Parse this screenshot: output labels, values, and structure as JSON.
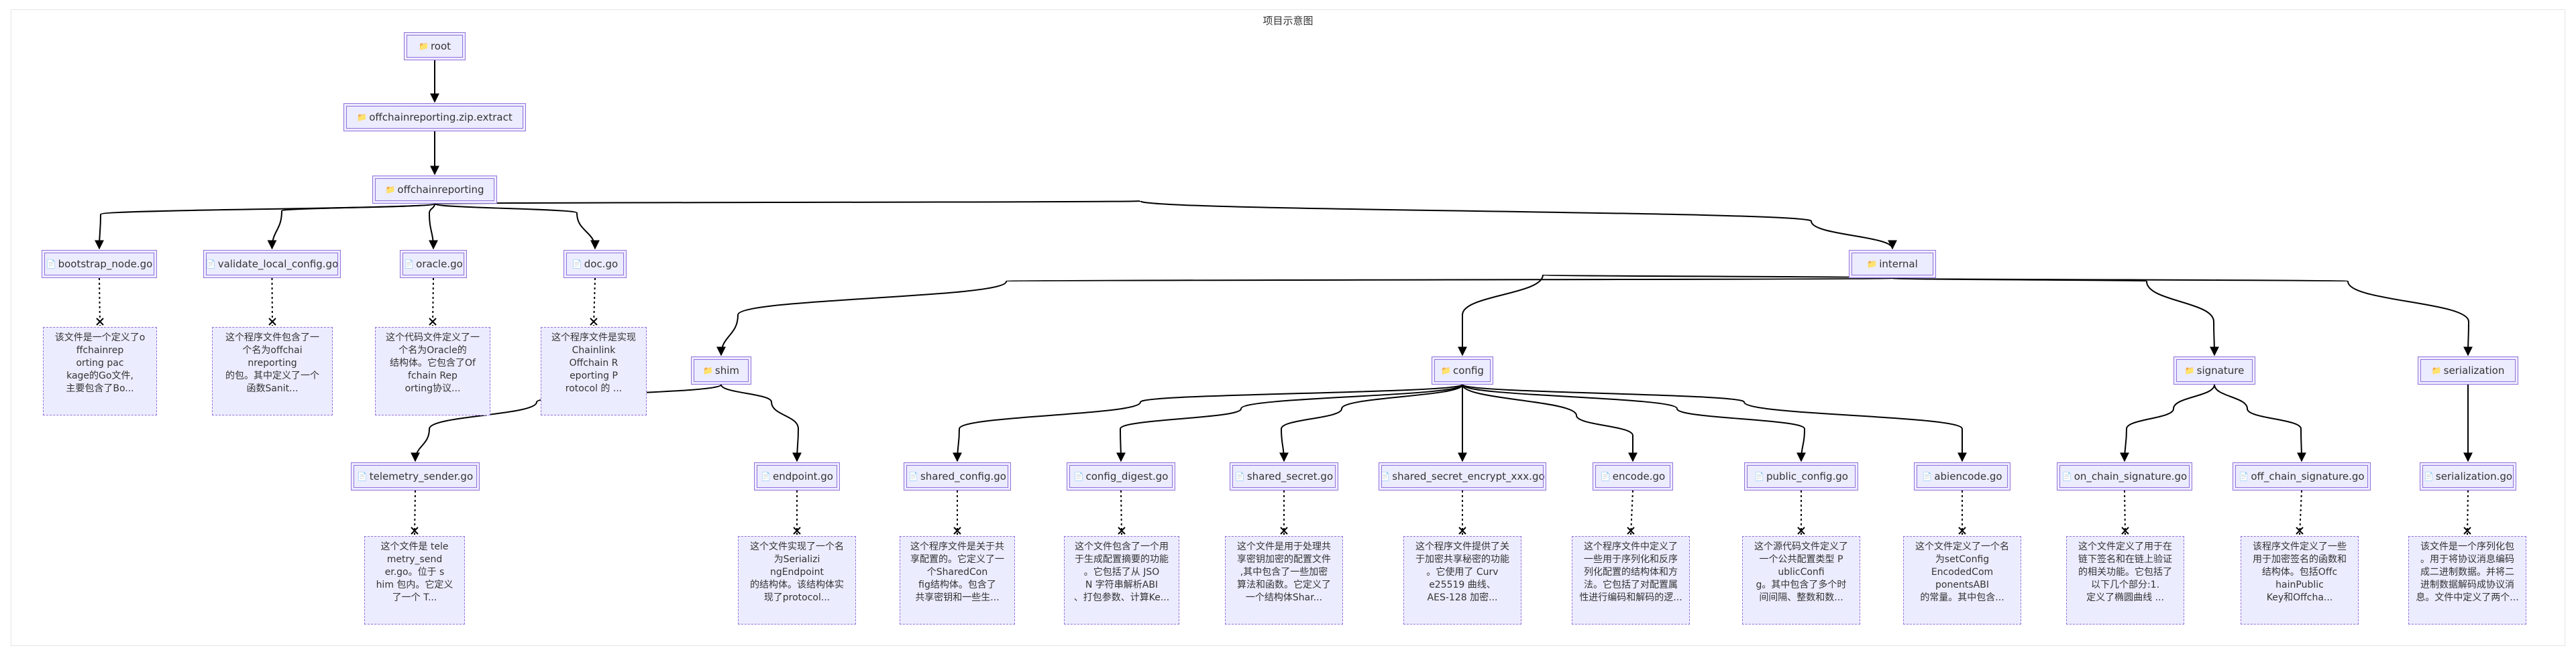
{
  "title": "项目示意图",
  "icons": {
    "folder": "folder-icon",
    "file": "file-icon"
  },
  "nodes": [
    {
      "id": "root",
      "label": "root",
      "kind": "folder"
    },
    {
      "id": "zip",
      "label": "offchainreporting.zip.extract",
      "kind": "folder"
    },
    {
      "id": "ocr",
      "label": "offchainreporting",
      "kind": "folder"
    },
    {
      "id": "bootstrap",
      "label": "bootstrap_node.go",
      "kind": "file"
    },
    {
      "id": "validate",
      "label": "validate_local_config.go",
      "kind": "file"
    },
    {
      "id": "oracle",
      "label": "oracle.go",
      "kind": "file"
    },
    {
      "id": "doc",
      "label": "doc.go",
      "kind": "file"
    },
    {
      "id": "internal",
      "label": "internal",
      "kind": "folder"
    },
    {
      "id": "shim",
      "label": "shim",
      "kind": "folder"
    },
    {
      "id": "config",
      "label": "config",
      "kind": "folder"
    },
    {
      "id": "signature",
      "label": "signature",
      "kind": "folder"
    },
    {
      "id": "serialization",
      "label": "serialization",
      "kind": "folder"
    },
    {
      "id": "telemetry",
      "label": "telemetry_sender.go",
      "kind": "file"
    },
    {
      "id": "endpoint",
      "label": "endpoint.go",
      "kind": "file"
    },
    {
      "id": "shared_config",
      "label": "shared_config.go",
      "kind": "file"
    },
    {
      "id": "config_digest",
      "label": "config_digest.go",
      "kind": "file"
    },
    {
      "id": "shared_secret",
      "label": "shared_secret.go",
      "kind": "file"
    },
    {
      "id": "sse",
      "label": "shared_secret_encrypt_xxx.go",
      "kind": "file"
    },
    {
      "id": "encode",
      "label": "encode.go",
      "kind": "file"
    },
    {
      "id": "public_config",
      "label": "public_config.go",
      "kind": "file"
    },
    {
      "id": "abiencode",
      "label": "abiencode.go",
      "kind": "file"
    },
    {
      "id": "on_chain",
      "label": "on_chain_signature.go",
      "kind": "file"
    },
    {
      "id": "off_chain",
      "label": "off_chain_signature.go",
      "kind": "file"
    },
    {
      "id": "serialization_go",
      "label": "serialization.go",
      "kind": "file"
    }
  ],
  "notes": [
    {
      "id": "n_bootstrap",
      "text": "该文件是一个定义了o\nffchainrep\norting pac\nkage的Go文件,\n主要包含了Bo..."
    },
    {
      "id": "n_validate",
      "text": "这个程序文件包含了一\n个名为offchai\nnreporting\n的包。其中定义了一个\n函数Sanit..."
    },
    {
      "id": "n_oracle",
      "text": "这个代码文件定义了一\n个名为Oracle的\n结构体。它包含了Of\nfchain Rep\norting协议..."
    },
    {
      "id": "n_doc",
      "text": "这个程序文件是实现\nChainlink\nOffchain R\neporting P\nrotocol 的 ..."
    },
    {
      "id": "n_telemetry",
      "text": "这个文件是 tele\nmetry_send\ner.go。位于 s\nhim 包内。它定义\n了一个 T..."
    },
    {
      "id": "n_endpoint",
      "text": "这个文件实现了一个名\n为Serializi\nngEndpoint\n的结构体。该结构体实\n现了protocol..."
    },
    {
      "id": "n_shared_config",
      "text": "这个程序文件是关于共\n享配置的。它定义了一\n个SharedCon\nfig结构体。包含了\n共享密钥和一些生..."
    },
    {
      "id": "n_config_digest",
      "text": "这个文件包含了一个用\n于生成配置摘要的功能\n。它包括了从 JSO\nN 字符串解析ABI\n、打包参数、计算Ke..."
    },
    {
      "id": "n_shared_secret",
      "text": "这个文件是用于处理共\n享密钥加密的配置文件\n,其中包含了一些加密\n算法和函数。它定义了\n一个结构体Shar..."
    },
    {
      "id": "n_sse",
      "text": "这个程序文件提供了关\n于加密共享秘密的功能\n。它使用了 Curv\ne25519 曲线、\nAES-128 加密..."
    },
    {
      "id": "n_encode",
      "text": "这个程序文件中定义了\n一些用于序列化和反序\n列化配置的结构体和方\n法。它包括了对配置属\n性进行编码和解码的逻..."
    },
    {
      "id": "n_public_config",
      "text": "这个源代码文件定义了\n一个公共配置类型 P\nublicConfi\ng。其中包含了多个时\n间间隔、整数和数..."
    },
    {
      "id": "n_abiencode",
      "text": "这个文件定义了一个名\n为setConfig\nEncodedCom\nponentsABI\n的常量。其中包含..."
    },
    {
      "id": "n_on_chain",
      "text": "这个文件定义了用于在\n链下签名和在链上验证\n的相关功能。它包括了\n以下几个部分:1.\n定义了椭圆曲线 ..."
    },
    {
      "id": "n_off_chain",
      "text": "该程序文件定义了一些\n用于加密签名的函数和\n结构体。包括Offc\nhainPublic\nKey和Offcha..."
    },
    {
      "id": "n_serialization",
      "text": "该文件是一个序列化包\n。用于将协议消息编码\n成二进制数据。并将二\n进制数据解码成协议消\n息。文件中定义了两个..."
    }
  ],
  "colors": {
    "node_fill": "#ececff",
    "node_border": "#9370db",
    "edge": "#000000",
    "text": "#333333"
  }
}
